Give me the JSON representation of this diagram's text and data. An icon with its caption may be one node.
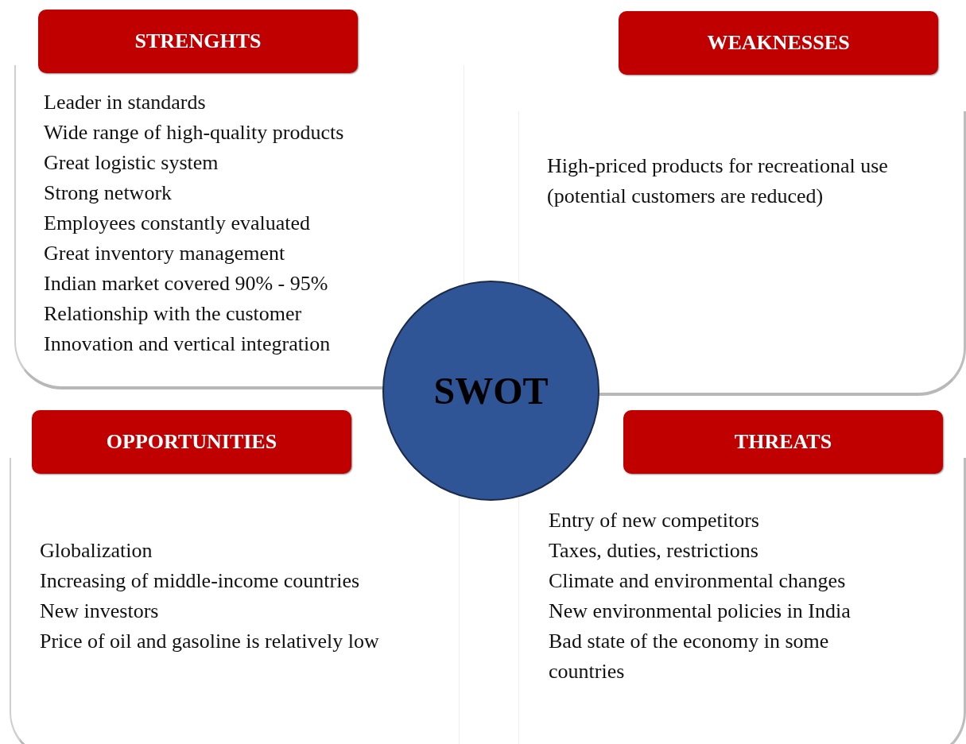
{
  "diagram": {
    "nodes": [
      {
        "text": [
          "STRENGHTS",
          "Leader in standards",
          "Wide range of high-quality products",
          "Great logistic system",
          "Strong network",
          "Employees constantly evaluated",
          "Great inventory management",
          "Indian market covered 90% - 95%",
          "Relationship with the customer",
          "Innovation and vertical integration"
        ]
      },
      {
        "text": [
          "WEAKNESSES",
          "High-priced products for recreational use (potential customers are reduced)"
        ]
      },
      {
        "text": [
          "SWOT"
        ]
      },
      {
        "text": [
          "OPPORTUNITIES",
          "Globalization",
          "Increasing of middle-income countries",
          "New investors",
          "Price of oil and gasoline is relatively low"
        ]
      },
      {
        "text": [
          "THREATS",
          "Entry of new competitors",
          "Taxes, duties, restrictions",
          "Climate and environmental changes",
          "New environmental policies in India",
          "Bad state of the economy in some countries"
        ]
      }
    ]
  }
}
